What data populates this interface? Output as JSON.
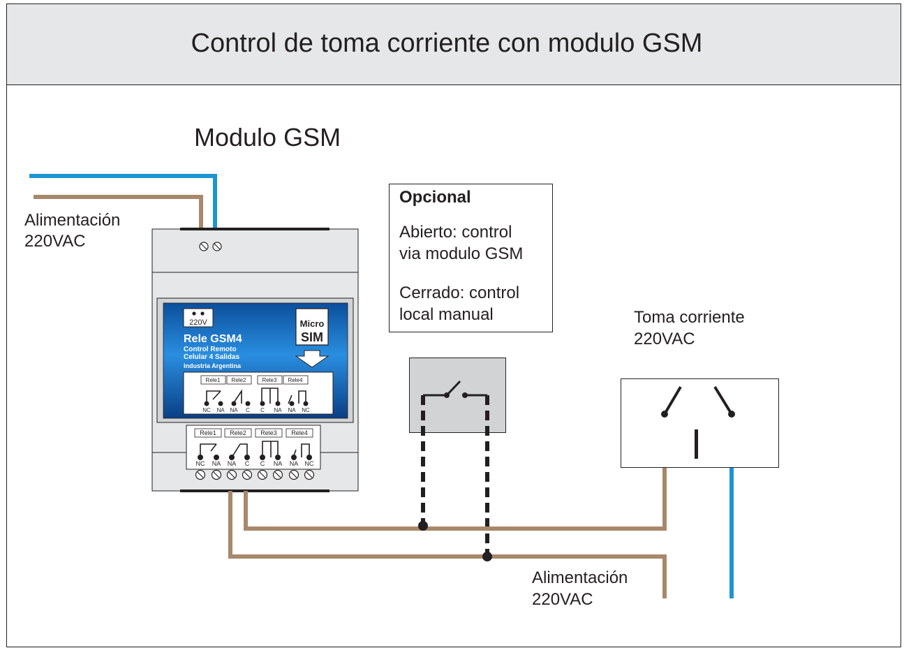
{
  "title": "Control de toma corriente con modulo GSM",
  "module_label": "Modulo GSM",
  "power_in": {
    "line1": "Alimentación",
    "line2": "220VAC"
  },
  "power_out": {
    "line1": "Alimentación",
    "line2": "220VAC"
  },
  "outlet": {
    "line1": "Toma corriente",
    "line2": "220VAC"
  },
  "optional_box": {
    "heading": "Opcional",
    "open_line1": "Abierto: control",
    "open_line2": "via modulo GSM",
    "closed_line1": "Cerrado: control",
    "closed_line2": "local manual"
  },
  "device": {
    "voltage_badge": "220V",
    "sim_line1": "Micro",
    "sim_line2": "SIM",
    "name": "Rele GSM4",
    "desc_line1": "Control Remoto",
    "desc_line2": "Celular 4 Salidas",
    "origin": "Industria Argentina",
    "relays": [
      "Rele1",
      "Rele2",
      "Rele3",
      "Rele4"
    ],
    "terminals": [
      "NC",
      "NA",
      "NA",
      "C",
      "C",
      "NA",
      "NA",
      "NC"
    ]
  },
  "colors": {
    "header_bg": "#e6e7e8",
    "brown_wire": "#a8886a",
    "blue_wire": "#1e94d3",
    "panel_blue": "#1565b8",
    "device_gray": "#e6e7e8",
    "switch_gray": "#d1d3d4"
  }
}
